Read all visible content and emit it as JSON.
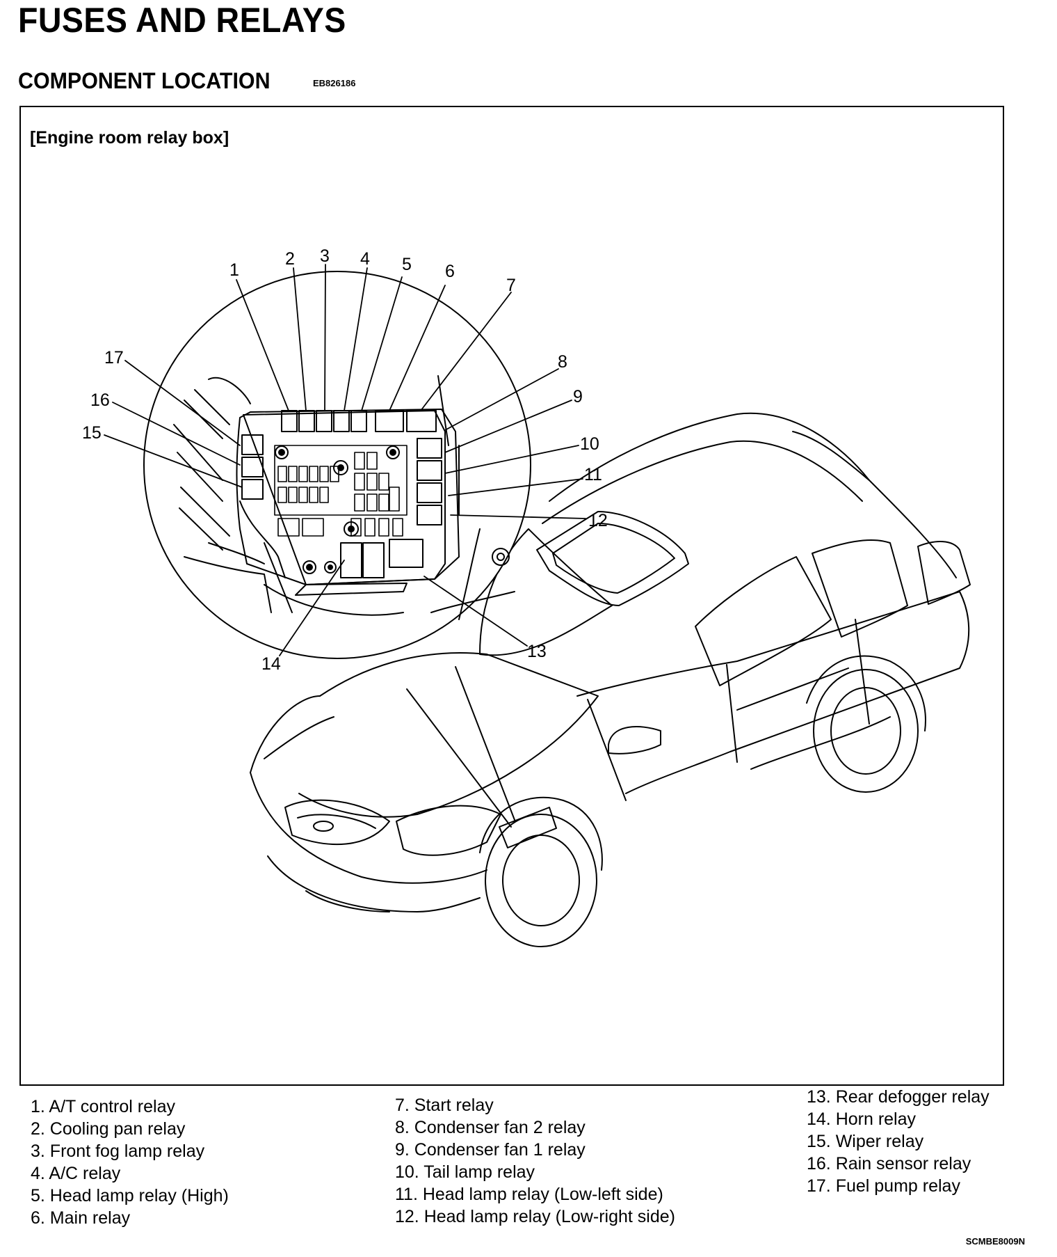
{
  "header": {
    "title": "FUSES AND RELAYS",
    "section": "COMPONENT LOCATION",
    "code": "EB826186"
  },
  "figure": {
    "caption": "[Engine room relay box]",
    "callouts": [
      "1",
      "2",
      "3",
      "4",
      "5",
      "6",
      "7",
      "8",
      "9",
      "10",
      "11",
      "12",
      "13",
      "14",
      "15",
      "16",
      "17"
    ]
  },
  "legend": {
    "col1": [
      "1. A/T control relay",
      "2. Cooling pan relay",
      "3. Front fog lamp relay",
      "4. A/C relay",
      "5. Head lamp relay (High)",
      "6. Main relay"
    ],
    "col2": [
      "7. Start relay",
      "8. Condenser fan 2 relay",
      "9. Condenser fan 1 relay",
      "10. Tail lamp relay",
      "11. Head lamp relay (Low-left side)",
      "12. Head lamp relay (Low-right side)"
    ],
    "col3": [
      "13. Rear defogger relay",
      "14. Horn relay",
      "15. Wiper relay",
      "16. Rain sensor relay",
      "17. Fuel pump relay"
    ]
  },
  "footer": {
    "code": "SCMBE8009N"
  }
}
